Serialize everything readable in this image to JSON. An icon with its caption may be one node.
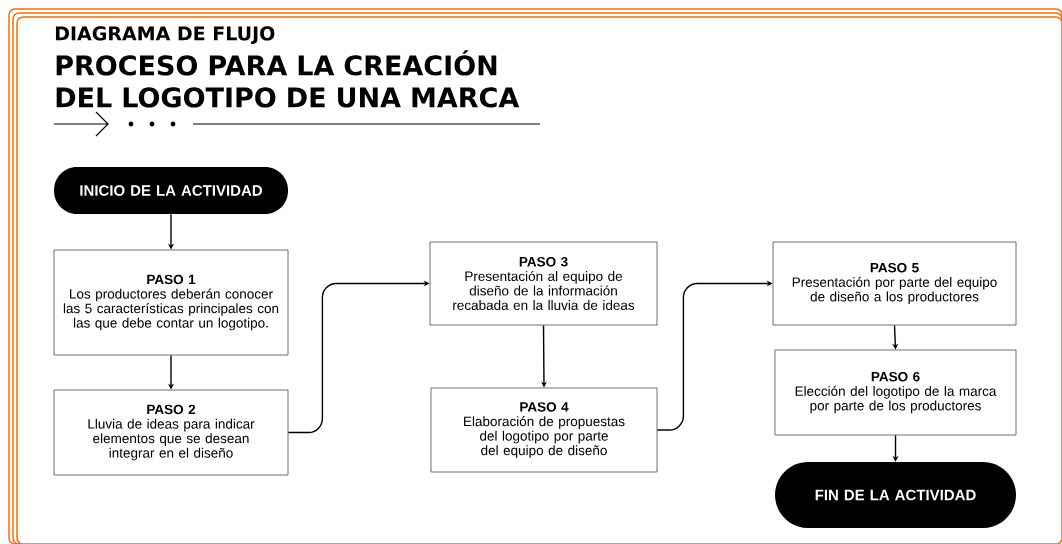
{
  "diagram": {
    "title": "PROCESO PARA LA CREACIÓN DEL LOGOTIPO DE UNA MARCA",
    "nodes": [
      {
        "text": [
          "INICIO DE LA ACTIVIDAD"
        ]
      },
      {
        "text": [
          "PASO 1",
          "Los productores deberán conocer las 5 características principales con las que debe contar un logotipo."
        ]
      },
      {
        "text": [
          "PASO 2",
          "Lluvia de ideas para indicar elementos que se desean integrar en el diseño"
        ]
      },
      {
        "text": [
          "PASO 3",
          "Presentación al equipo de diseño de la información recabada en la lluvia de ideas"
        ]
      },
      {
        "text": [
          "PASO 4",
          "Elaboración de propuestas del logotipo por parte del equipo de diseño"
        ]
      },
      {
        "text": [
          "PASO 5",
          "Presentación por parte del equipo de diseño a los productores"
        ]
      },
      {
        "text": [
          "PASO 6",
          "Elección del logotipo de la marca por parte de los productores"
        ]
      },
      {
        "text": [
          "FIN DE LA ACTIVIDAD"
        ]
      }
    ],
    "edges": [
      {
        "from": 0,
        "to": 1,
        "arrow": "to"
      },
      {
        "from": 1,
        "to": 2,
        "arrow": "to"
      },
      {
        "from": 2,
        "to": 3,
        "arrow": "to"
      },
      {
        "from": 3,
        "to": 4,
        "arrow": "to"
      },
      {
        "from": 4,
        "to": 5,
        "arrow": "to"
      },
      {
        "from": 5,
        "to": 6,
        "arrow": "to"
      },
      {
        "from": 6,
        "to": 7,
        "arrow": "to"
      }
    ],
    "labels": [
      "DIAGRAMA DE FLUJO"
    ]
  }
}
